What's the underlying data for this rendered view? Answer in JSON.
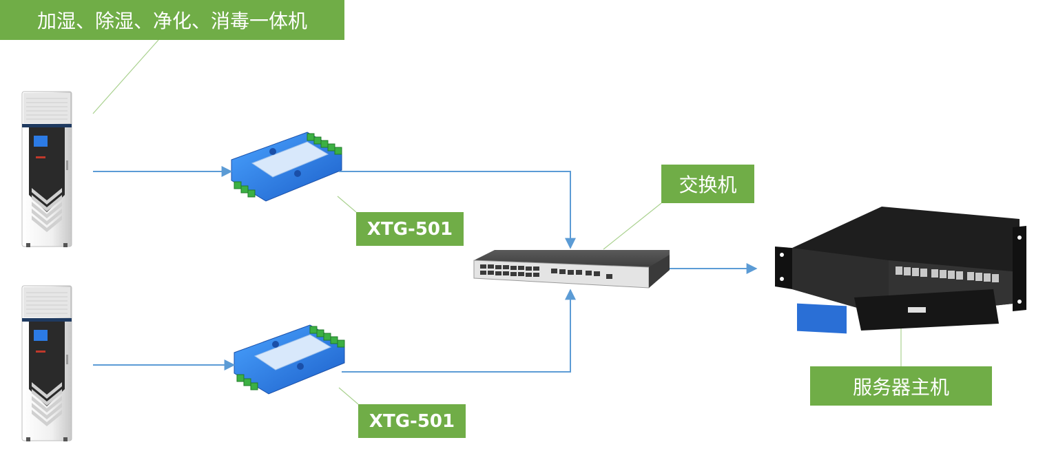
{
  "labels": {
    "humidifier": "加湿、除湿、净化、消毒一体机",
    "converter_1": "XTG-501",
    "converter_2": "XTG-501",
    "switch": "交换机",
    "server": "服务器主机"
  },
  "colors": {
    "label_bg": "#70ad47",
    "label_text": "#ffffff",
    "connector": "#5b9bd5",
    "callout_line": "#a9d18e",
    "device_blue": "#2f7fe0",
    "device_green": "#3cb043",
    "cabinet_body": "#f2f2f2",
    "switch_body": "#2b2b2b",
    "server_body": "#1e1e1e"
  },
  "icons": {
    "humidifier_unit": "cabinet-icon",
    "converter": "serial-converter-icon",
    "switch": "network-switch-icon",
    "server": "rack-server-icon"
  }
}
